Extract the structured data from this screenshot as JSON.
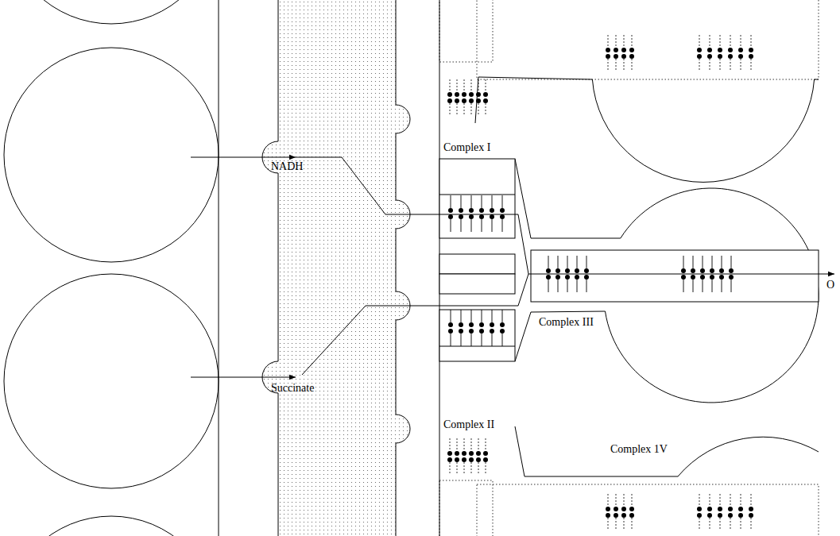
{
  "diagram": {
    "labels": [
      "NADH",
      "Succinate",
      "Complex I",
      "Complex II",
      "Complex III",
      "Complex 1V",
      "O"
    ]
  }
}
